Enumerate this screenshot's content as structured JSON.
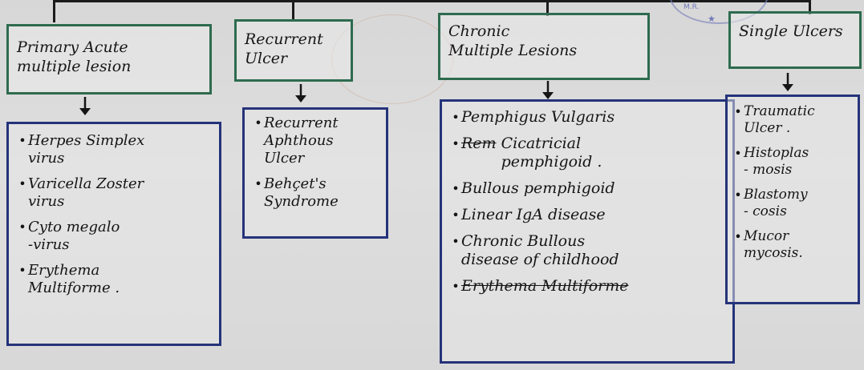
{
  "columns": [
    {
      "header": "Primary  Acute\nmultiple  lesion",
      "items": [
        {
          "text": "Herpes  Simplex\nvirus"
        },
        {
          "text": "Varicella  Zoster\nvirus"
        },
        {
          "text": "Cyto megalo\n-virus"
        },
        {
          "text": "Erythema\nMultiforme ."
        }
      ]
    },
    {
      "header": "Recurrent\nUlcer",
      "items": [
        {
          "text": "Recurrent\nAphthous\nUlcer"
        },
        {
          "text": "Behçet's\nSyndrome"
        }
      ]
    },
    {
      "header": "Chronic\nMultiple  Lesions",
      "items": [
        {
          "text": "Pemphigus Vulgaris"
        },
        {
          "strike": "Rem",
          "text": "Cicatricial\npemphigoid ."
        },
        {
          "text": "Bullous  pemphigoid"
        },
        {
          "text": "Linear  IgA  disease"
        },
        {
          "text": "Chronic  Bullous\ndisease   of childhood"
        },
        {
          "text": "Erythema  Multiforme",
          "struck": true
        }
      ]
    },
    {
      "header": "Single  Ulcers",
      "items": [
        {
          "text": "Traumatic\nUlcer ."
        },
        {
          "text": "Histoplas\n- mosis"
        },
        {
          "text": "Blastomy\n- cosis"
        },
        {
          "text": "Mucor\nmycosis."
        }
      ]
    }
  ],
  "stamp": {
    "text": "M.R."
  },
  "colors": {
    "header_border": "#2e6b4f",
    "list_border": "#25337a",
    "ink": "#151515"
  }
}
